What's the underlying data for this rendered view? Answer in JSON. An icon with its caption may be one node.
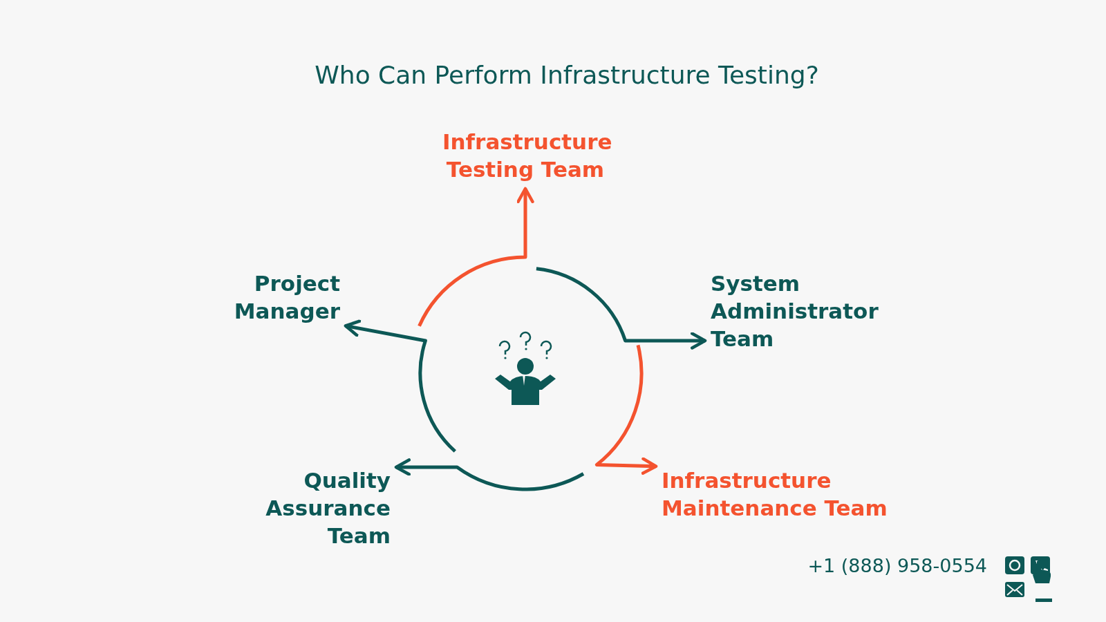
{
  "diagram": {
    "title": "Who Can Perform Infrastructure Testing?",
    "nodes": [
      {
        "text": [
          "Infrastructure Testing Team"
        ]
      },
      {
        "text": [
          "System Administrator Team"
        ]
      },
      {
        "text": [
          "Infrastructure Maintenance Team"
        ]
      },
      {
        "text": [
          "Quality Assurance Team"
        ]
      },
      {
        "text": [
          "Project Manager"
        ]
      }
    ],
    "edges": [
      {
        "from": null,
        "to": 0,
        "arrow": "to",
        "color": "#f4532f"
      },
      {
        "from": null,
        "to": 1,
        "arrow": "to"
      },
      {
        "from": null,
        "to": 2,
        "arrow": "to",
        "color": "#f4532f"
      },
      {
        "from": null,
        "to": 3,
        "arrow": "to"
      },
      {
        "from": null,
        "to": 4,
        "arrow": "to"
      }
    ],
    "labels": [
      "+1 (888) 958-0554"
    ]
  }
}
